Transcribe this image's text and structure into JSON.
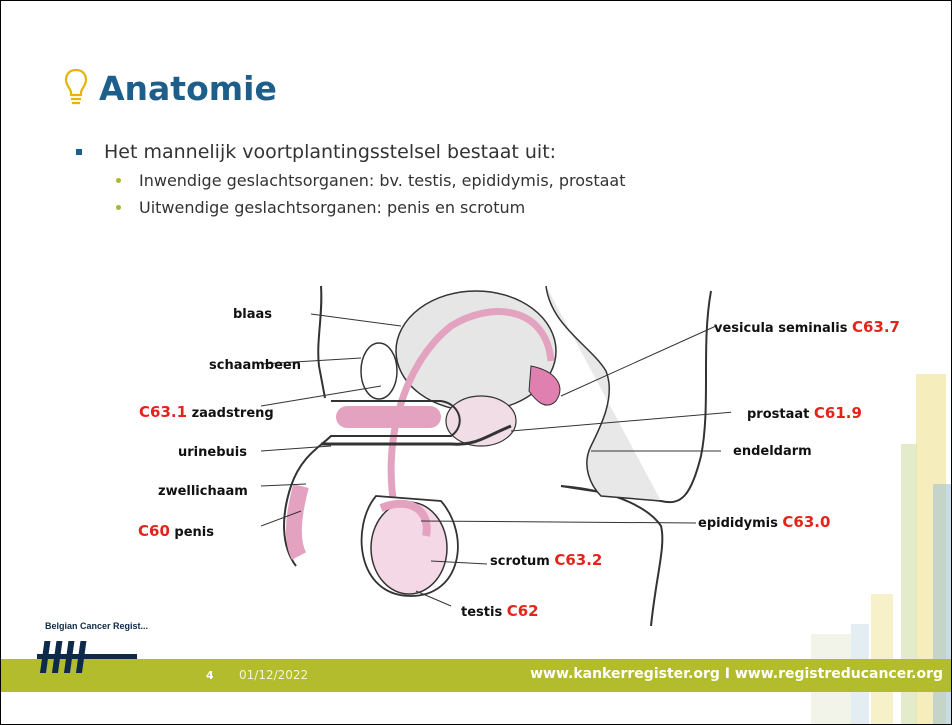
{
  "title": "Anatomie",
  "bullet_main": "Het mannelijk voortplantingsstelsel bestaat uit:",
  "sub_bullets": [
    "Inwendige geslachtsorganen: bv. testis, epididymis, prostaat",
    "Uitwendige geslachtsorganen: penis en scrotum"
  ],
  "labels": {
    "blaas": "blaas",
    "schaambeen": "schaambeen",
    "zaadstreng": "zaadstreng",
    "urinebuis": "urinebuis",
    "zwellichaam": "zwellichaam",
    "penis": "penis",
    "vesicula": "vesicula seminalis",
    "prostaat": "prostaat",
    "endeldarm": "endeldarm",
    "epididymis": "epididymis",
    "scrotum": "scrotum",
    "testis": "testis"
  },
  "codes": {
    "zaadstreng": "C63.1",
    "penis": "C60",
    "vesicula": "C63.7",
    "prostaat": "C61.9",
    "epididymis": "C63.0",
    "scrotum": "C63.2",
    "testis": "C62"
  },
  "footer": {
    "page_number": "4",
    "date": "01/12/2022",
    "urls": "www.kankerregister.org I www.registreducancer.org"
  },
  "logo_text": "Belgian Cancer Regist...",
  "colors": {
    "title": "#1d5f8a",
    "code": "#e4241b",
    "footer": "#b2bc2d",
    "pink": "#e3a2c0"
  },
  "icons": [
    "lightbulb-icon"
  ]
}
